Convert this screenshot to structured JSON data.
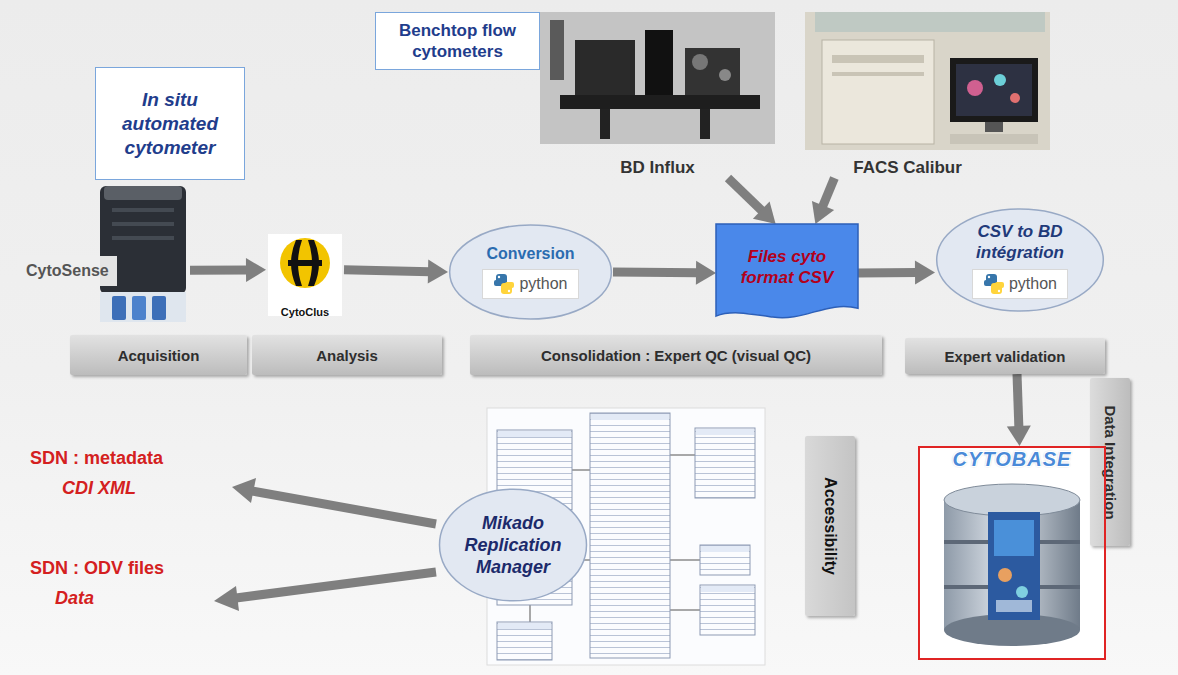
{
  "diagram": {
    "nodes": [
      {
        "text": [
          "In situ automated cytometer"
        ]
      },
      {
        "text": [
          "Benchtop flow cytometers"
        ]
      },
      {
        "text": [
          "CytoSense"
        ]
      },
      {
        "text": [
          "BD Influx"
        ]
      },
      {
        "text": [
          "FACS Calibur"
        ]
      },
      {
        "text": [
          "CytoClus"
        ]
      },
      {
        "text": [
          "Conversion",
          "python"
        ]
      },
      {
        "text": [
          "Files cyto format CSV"
        ]
      },
      {
        "text": [
          "CSV to BD intégration",
          "python"
        ]
      },
      {
        "text": [
          "Acquisition"
        ]
      },
      {
        "text": [
          "Analysis"
        ]
      },
      {
        "text": [
          "Consolidation : Expert QC (visual QC)"
        ]
      },
      {
        "text": [
          "Expert validation"
        ]
      },
      {
        "text": [
          "Data Integration"
        ]
      },
      {
        "text": [
          "CYTOBASE"
        ]
      },
      {
        "text": [
          "Accessibility"
        ]
      },
      {
        "text": [
          "Mikado Replication Manager"
        ]
      }
    ],
    "edges": [
      {
        "from": 2,
        "to": 5,
        "arrow": "to"
      },
      {
        "from": 5,
        "to": 6,
        "arrow": "to"
      },
      {
        "from": 6,
        "to": 7,
        "arrow": "to"
      },
      {
        "from": 3,
        "to": 7,
        "arrow": "to"
      },
      {
        "from": 4,
        "to": 7,
        "arrow": "to"
      },
      {
        "from": 7,
        "to": 8,
        "arrow": "to"
      },
      {
        "from": 12,
        "to": 14,
        "arrow": "to"
      }
    ],
    "labels": [
      "SDN : metadata",
      "CDI XML",
      "SDN : ODV files",
      "Data"
    ]
  }
}
